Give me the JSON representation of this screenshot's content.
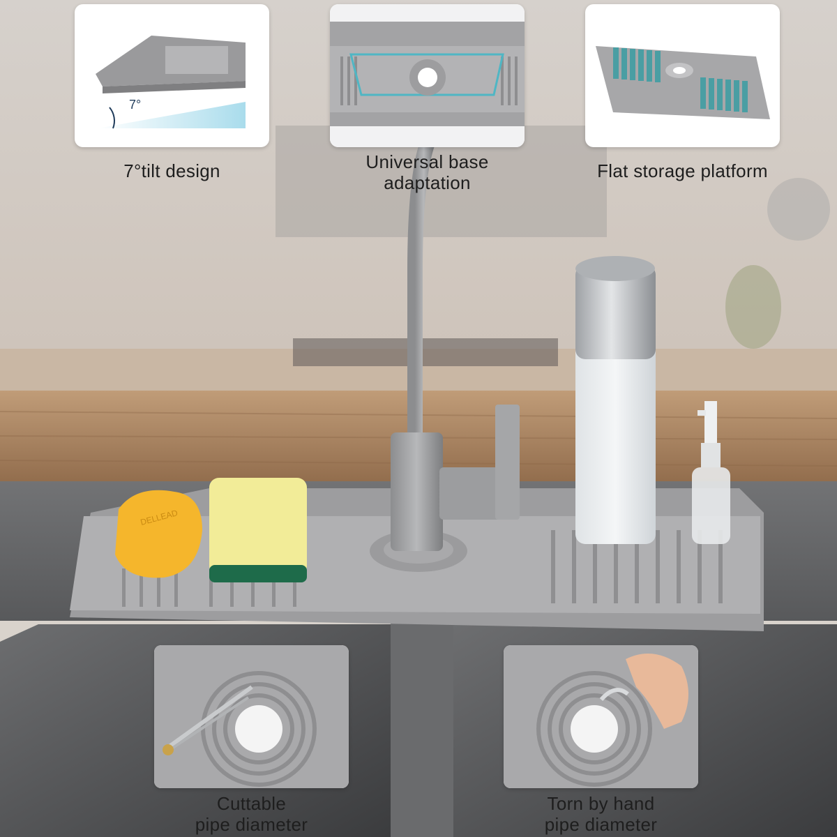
{
  "features": {
    "tilt": {
      "angle_label": "7°",
      "caption": "7°tilt design"
    },
    "universal": {
      "caption_line1": "Universal base",
      "caption_line2": "adaptation"
    },
    "flat": {
      "caption": "Flat storage platform"
    },
    "cuttable": {
      "caption_line1": "Cuttable",
      "caption_line2": "pipe diameter"
    },
    "torn": {
      "caption_line1": "Torn by hand",
      "caption_line2": "pipe diameter"
    }
  },
  "products": {
    "soap_brand": "DELLEAD"
  },
  "colors": {
    "mat_gray": "#a9a9ab",
    "accent_teal": "#4a9ea3",
    "tilt_gradient": "#a9dcec",
    "sponge_yellow": "#f2ec98",
    "soap_yellow": "#f5b62c",
    "wood": "#b08a66",
    "steel": "#5f6062"
  }
}
